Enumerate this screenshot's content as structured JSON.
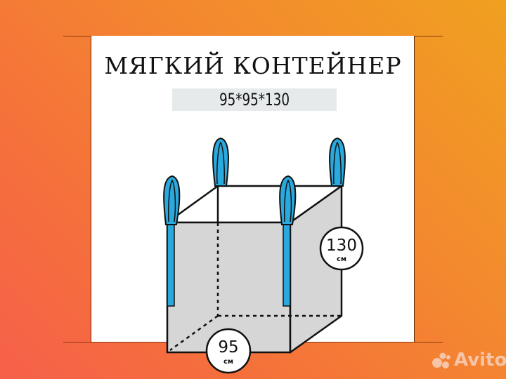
{
  "product": {
    "title": "МЯГКИЙ КОНТЕЙНЕР",
    "dimensions": "95*95*130"
  },
  "labels": {
    "height": {
      "value": "130",
      "unit": "см"
    },
    "width": {
      "value": "95",
      "unit": "см"
    }
  },
  "watermark": {
    "brand": "Avito",
    "icon": "avito-dots-icon"
  },
  "colors": {
    "background_top_right": "#f0a020",
    "background_bottom_left": "#f6604a",
    "strap": "#29a9de",
    "bag_fill": "#d6d6d6",
    "card": "#ffffff",
    "dims_box": "#e6eaea"
  }
}
